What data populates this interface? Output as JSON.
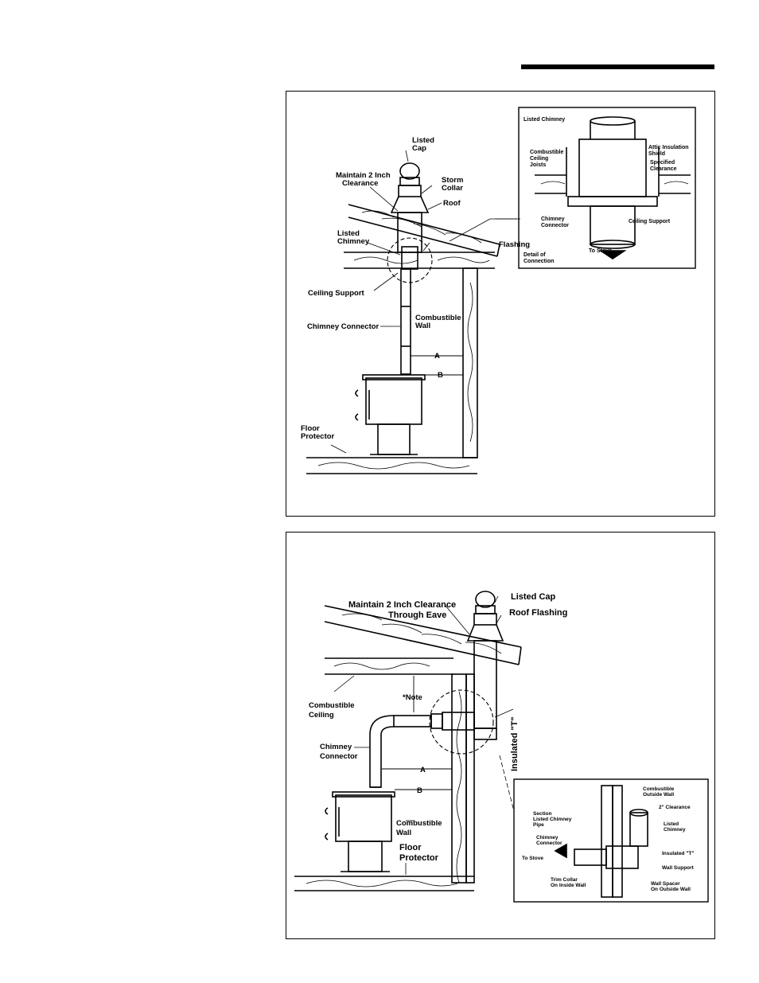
{
  "figure1": {
    "labels": {
      "listed_cap": [
        "Listed",
        "Cap"
      ],
      "maintain_clearance": [
        "Maintain 2 Inch",
        "Clearance"
      ],
      "storm_collar": [
        "Storm",
        "Collar"
      ],
      "roof": "Roof",
      "listed_chimney": [
        "Listed",
        "Chimney"
      ],
      "flashing": "Flashing",
      "ceiling_support": "Ceiling Support",
      "chimney_connector": "Chimney Connector",
      "combustible_wall": [
        "Combustible",
        "Wall"
      ],
      "dim_a": "A",
      "dim_b": "B",
      "floor_protector": [
        "Floor",
        "Protector"
      ]
    },
    "inset": {
      "listed_chimney": "Listed Chimney",
      "combustible_joists": [
        "Combustible",
        "Ceiling",
        "Joists"
      ],
      "attic_shield": [
        "Attic Insulation",
        "Shield"
      ],
      "specified_clearance": [
        "Specified",
        "Clearance"
      ],
      "chimney_connector": [
        "Chimney",
        "Connector"
      ],
      "ceiling_support": "Ceiling Support",
      "to_stove": "To Stove",
      "detail": [
        "Detail of",
        "Connection"
      ]
    }
  },
  "figure2": {
    "labels": {
      "maintain_clearance": [
        "Maintain 2 Inch Clearance",
        "Through Eave"
      ],
      "listed_cap": "Listed Cap",
      "roof_flashing": "Roof Flashing",
      "note": "*Note",
      "combustible_ceiling": [
        "Combustible",
        "Ceiling"
      ],
      "chimney_connector": [
        "Chimney",
        "Connector"
      ],
      "dim_a": "A",
      "dim_b": "B",
      "combustible_wall": [
        "Combustible",
        "Wall"
      ],
      "floor_protector": [
        "Floor",
        "Protector"
      ],
      "insulated_t": "Insulated \"T\""
    },
    "inset": {
      "combustible_outside_wall": [
        "Combustible",
        "Outside Wall"
      ],
      "clearance_2in": "2\" Clearance",
      "section_pipe": [
        "Section",
        "Listed Chimney",
        "Pipe"
      ],
      "listed_chimney": [
        "Listed",
        "Chimney"
      ],
      "chimney_connector": [
        "Chimney",
        "Connector"
      ],
      "insulated_t": "Insulated \"T\"",
      "to_stove": "To Stove",
      "wall_support": "Wall Support",
      "trim_collar": [
        "Trim Collar",
        "On Inside Wall"
      ],
      "wall_spacer": [
        "Wall Spacer",
        "On Outside Wall"
      ]
    }
  }
}
